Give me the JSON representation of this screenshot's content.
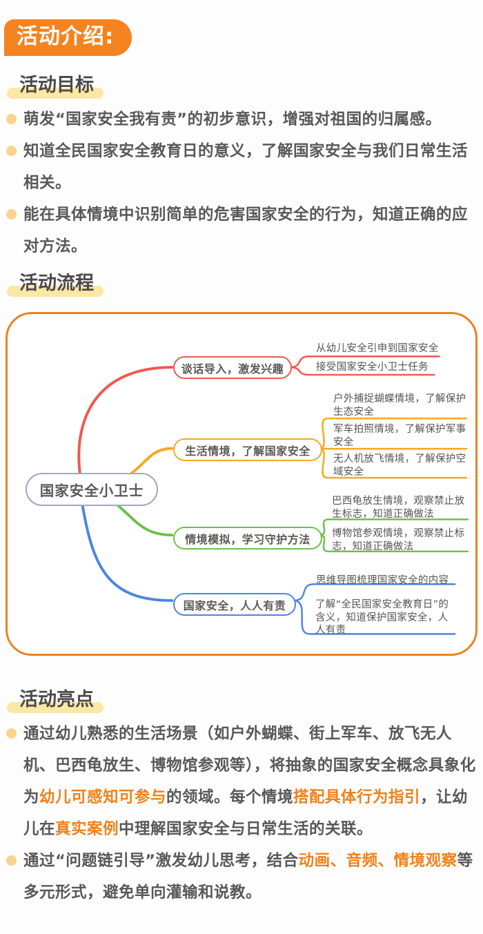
{
  "page": {
    "title_badge": "活动介绍:"
  },
  "sections": {
    "goals": {
      "heading": "活动目标",
      "bullets": [
        "萌发“国家安全我有责”的初步意识，增强对祖国的归属感。",
        "知道全民国家安全教育日的意义，了解国家安全与我们日常生活相关。",
        "能在具体情境中识别简单的危害国家安全的行为，知道正确的应对方法。"
      ]
    },
    "flow": {
      "heading": "活动流程",
      "mindmap": {
        "root": "国家安全小卫士",
        "branches": [
          {
            "label": "谈话导入，激发兴趣",
            "color": "#f2564f",
            "leaves": [
              "从幼儿安全引申到国家安全",
              "接受国家安全小卫士任务"
            ]
          },
          {
            "label": "生活情境，了解国家安全",
            "color": "#f7a81c",
            "leaves": [
              "户外捕捉蝴蝶情境，了解保护生态安全",
              "军车拍照情境，了解保护军事安全",
              "无人机放飞情境，了解保护空域安全"
            ]
          },
          {
            "label": "情境模拟，学习守护方法",
            "color": "#6cbf4c",
            "leaves": [
              "巴西龟放生情境，观察禁止放生标志，知道正确做法",
              "博物馆参观情境，观察禁止标志，知道正确做法"
            ]
          },
          {
            "label": "国家安全，人人有责",
            "color": "#4a87dd",
            "leaves": [
              "思维导图梳理国家安全的内容",
              "了解“全民国家安全教育日”的含义，知道保护国家安全，人人有责"
            ]
          }
        ]
      }
    },
    "highlights": {
      "heading": "活动亮点",
      "bullets": [
        {
          "segments": [
            {
              "text": "通过幼儿熟悉的生活场景（如户外蝴蝶、街上军车、放飞无人机、巴西龟放生、博物馆参观等），将抽象的国家安全概念具象化为",
              "highlight": false
            },
            {
              "text": "幼儿可感知可参与",
              "highlight": true
            },
            {
              "text": "的领域。每个情境",
              "highlight": false
            },
            {
              "text": "搭配具体行为指引",
              "highlight": true
            },
            {
              "text": "，让幼儿在",
              "highlight": false
            },
            {
              "text": "真实案例",
              "highlight": true
            },
            {
              "text": "中理解国家安全与日常生活的关联。",
              "highlight": false
            }
          ]
        },
        {
          "segments": [
            {
              "text": "通过“问题链引导”激发幼儿思考，结合",
              "highlight": false
            },
            {
              "text": "动画、音频、情境观察",
              "highlight": true
            },
            {
              "text": "等多元形式，避免单向灌输和说教。",
              "highlight": false
            }
          ]
        }
      ]
    }
  },
  "colors": {
    "badge_orange": "#f5831f",
    "heading_highlight_yellow": "#fbe7a6",
    "accent_text_orange": "#f08119",
    "bullet_dot": "#f8d48f",
    "body_text": "#595757",
    "mindmap_border_orange": "#e9831d",
    "branch_red": "#f2564f",
    "branch_yellow": "#f7a81c",
    "branch_green": "#6cbf4c",
    "branch_blue": "#4a87dd",
    "root_node_border": "#9fa9ba"
  }
}
